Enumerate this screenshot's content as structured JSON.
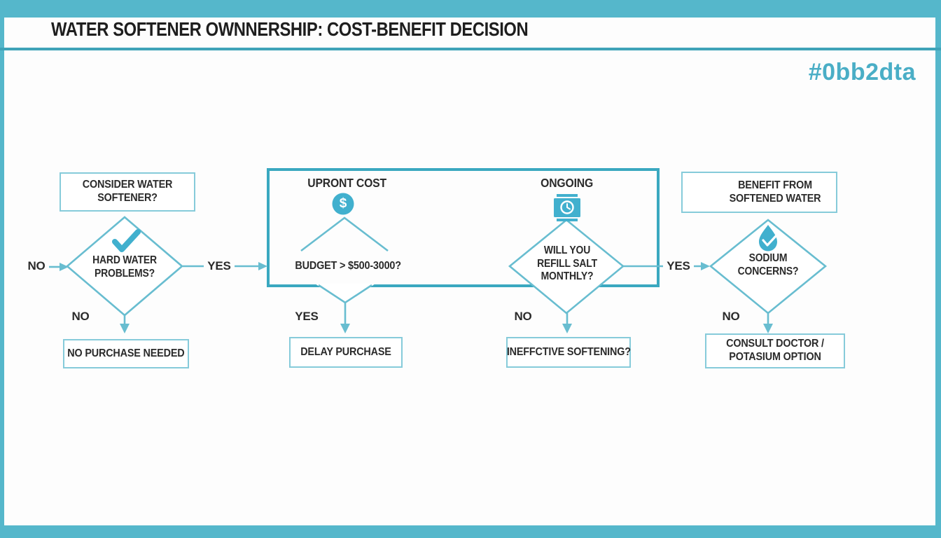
{
  "colors": {
    "accent": "#55b7cb",
    "rule": "#3fa3b8",
    "line": "#68bdd0",
    "box-border": "#86cbda",
    "bigbox-border": "#3aa8c0",
    "icon": "#41b0ce",
    "text": "#2b2b2b",
    "title": "#1e1e1e",
    "hashtag": "#4aaec6",
    "bg": "#fdfdfd"
  },
  "header": {
    "title": "WATER SOFTENER OWNNERSHIP: COST-BENEFIT DECISION",
    "hashtag": "#0bb2dta"
  },
  "flowchart": {
    "nodes": {
      "consider": {
        "label": "CONSIDER WATER SOFTENER?"
      },
      "hard_water": {
        "label": "HARD WATER PROBLEMS?",
        "icon": "check-icon"
      },
      "no_purchase": {
        "label": "NO PURCHASE NEEDED"
      },
      "upfront": {
        "heading": "UPRONT COST",
        "symbol": "$",
        "icon": "dollar-circle-icon",
        "question": "BUDGET > $500-3000?"
      },
      "ongoing": {
        "heading": "ONGOING",
        "icon": "salt-bag-clock-icon",
        "question": "WILL YOU REFILL SALT MONTHLY?"
      },
      "delay": {
        "label": "DELAY PURCHASE"
      },
      "ineffective": {
        "label": "INEFFCTIVE SOFTENING?"
      },
      "benefit": {
        "label": "BENEFIT FROM SOFTENED WATER",
        "icon": "water-drop-plus-icon"
      },
      "sodium": {
        "label": "SODIUM CONCERNS?",
        "icon": "water-drop-check-icon"
      },
      "consult": {
        "label": "CONSULT DOCTOR / POTASIUM OPTION"
      }
    },
    "edge_labels": {
      "no_into_hard": "NO",
      "yes_hard_to_cost": "YES",
      "no_hard_down": "NO",
      "yes_budget_down": "YES",
      "no_refill_down": "NO",
      "yes_refill_to_sodium": "YES",
      "no_sodium_down": "NO"
    }
  }
}
